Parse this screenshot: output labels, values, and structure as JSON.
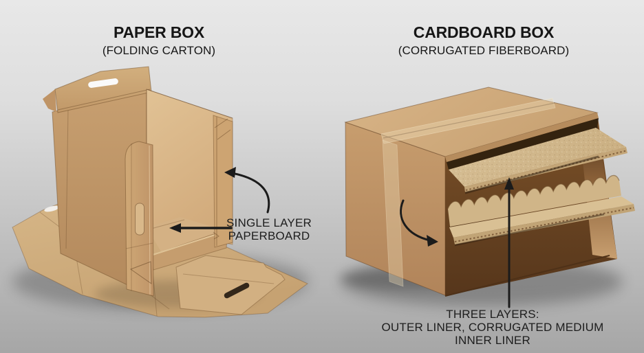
{
  "left_figure": {
    "title": "PAPER BOX",
    "subtitle": "(FOLDING CARTON)",
    "annotation": {
      "lines": [
        "SINGLE LAYER",
        "PAPERBOARD"
      ]
    }
  },
  "right_figure": {
    "title": "CARDBOARD BOX",
    "subtitle": "(CORRUGATED FIBERBOARD)",
    "annotation": {
      "lines": [
        "THREE LAYERS:",
        "OUTER LINER, CORRUGATED MEDIUM",
        "INNER LINER"
      ]
    }
  },
  "colors": {
    "annotation_ink": "#1b1b1b",
    "kraft_light": "#d8c096",
    "kraft_mid": "#c9a374",
    "kraft_dark": "#b2855a",
    "interior_brown": "#5f3c1e",
    "background_top": "#e8e8e8",
    "background_bottom": "#a6a6a6"
  }
}
